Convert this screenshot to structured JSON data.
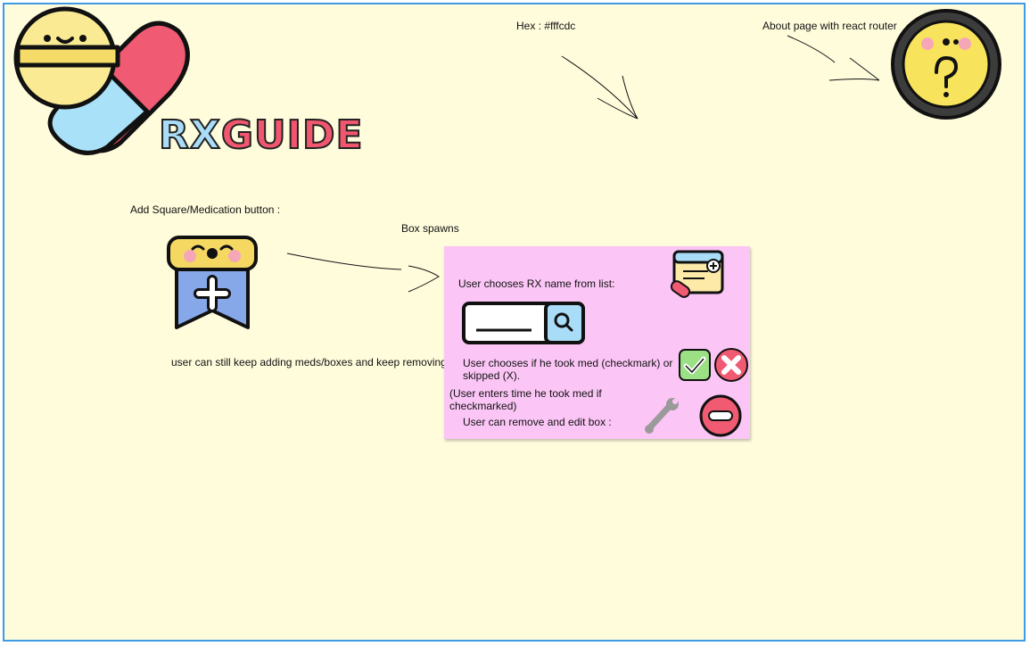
{
  "logo": {
    "text_rx": "RX",
    "text_guide": "GUIDE"
  },
  "notes": {
    "hex": "Hex : #fffcdc",
    "about": "About page with react router",
    "add_button": "Add Square/Medication button :",
    "box_spawns": "Box spawns",
    "keep_adding": "user can still keep adding meds/boxes and keep removing"
  },
  "box": {
    "choose_rx": "User chooses RX name from list:",
    "took_med_line1": "User chooses if he took med (checkmark) or",
    "took_med_line2": "skipped (X).",
    "enter_time_line1": "(User enters time he took med if",
    "enter_time_line2": "checkmarked)",
    "remove_edit": "User can remove and edit box :"
  },
  "colors": {
    "canvas_bg": "#fffcdc",
    "box_bg": "#fbc6f6",
    "border": "#3d9be6",
    "pill_red": "#f0566e",
    "pill_blue": "#a9dcf7"
  },
  "icons": [
    "pill-mascot-logo-icon",
    "question-face-icon",
    "add-medication-icon",
    "prescription-note-icon",
    "search-bar-icon",
    "checkmark-icon",
    "x-icon",
    "wrench-icon",
    "remove-minus-icon"
  ]
}
